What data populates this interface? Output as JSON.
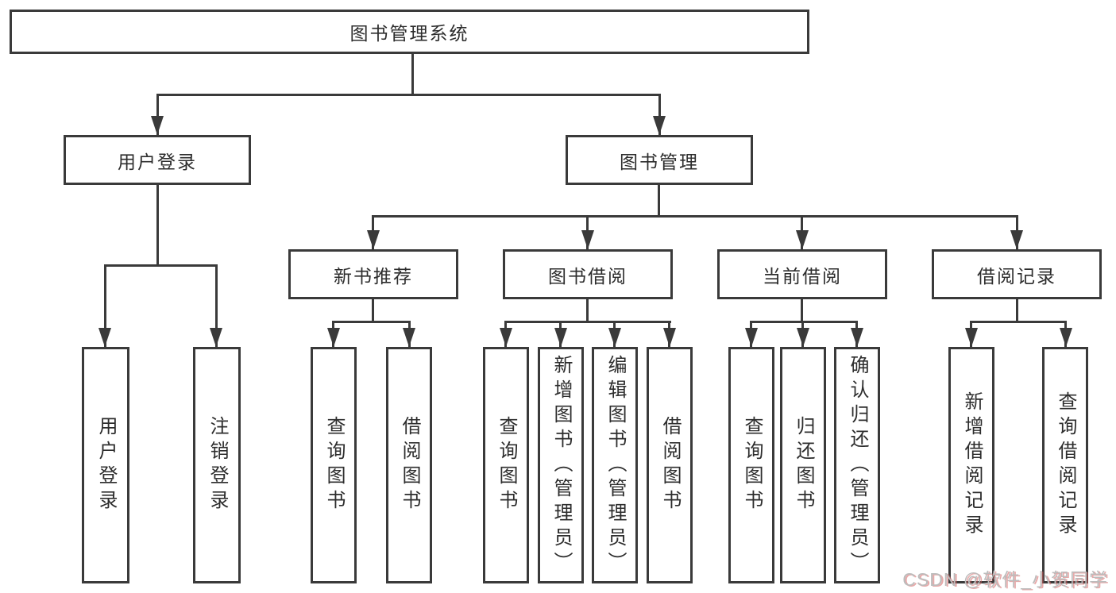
{
  "diagram": {
    "root": {
      "label": "图书管理系统"
    },
    "branches": {
      "user_login": {
        "label": "用户登录",
        "children": [
          {
            "label": "用户登录"
          },
          {
            "label": "注销登录"
          }
        ]
      },
      "book_mgmt": {
        "label": "图书管理",
        "children": [
          {
            "label": "新书推荐",
            "children": [
              {
                "label": "查询图书"
              },
              {
                "label": "借阅图书"
              }
            ]
          },
          {
            "label": "图书借阅",
            "children": [
              {
                "label": "查询图书"
              },
              {
                "label": "新增图书（管理员）"
              },
              {
                "label": "编辑图书（管理员）"
              },
              {
                "label": "借阅图书"
              }
            ]
          },
          {
            "label": "当前借阅",
            "children": [
              {
                "label": "查询图书"
              },
              {
                "label": "归还图书"
              },
              {
                "label": "确认归还（管理员）"
              }
            ]
          },
          {
            "label": "借阅记录",
            "children": [
              {
                "label": "新增借阅记录"
              },
              {
                "label": "查询借阅记录"
              }
            ]
          }
        ]
      }
    }
  },
  "watermark": {
    "text": "CSDN @软件_小贺同学"
  },
  "colors": {
    "line": "#3a3a3a",
    "text": "#2d2d2d",
    "background": "#ffffff",
    "watermark": "#bcbcbc"
  }
}
